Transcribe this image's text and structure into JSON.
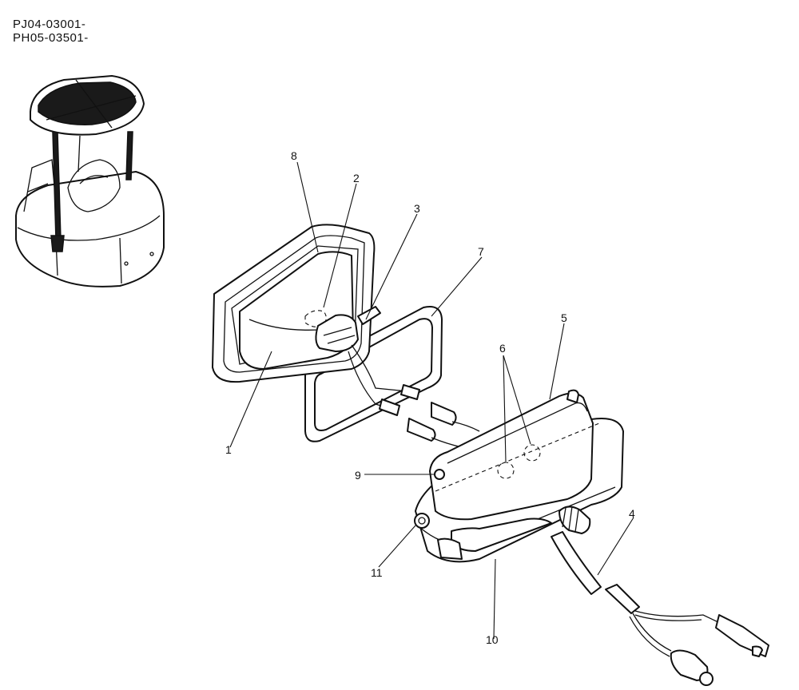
{
  "header": {
    "serial_line_1": "PJ04-03001-",
    "serial_line_2": "PH05-03501-"
  },
  "callouts": [
    "1",
    "2",
    "3",
    "4",
    "5",
    "6",
    "7",
    "8",
    "9",
    "10",
    "11"
  ]
}
